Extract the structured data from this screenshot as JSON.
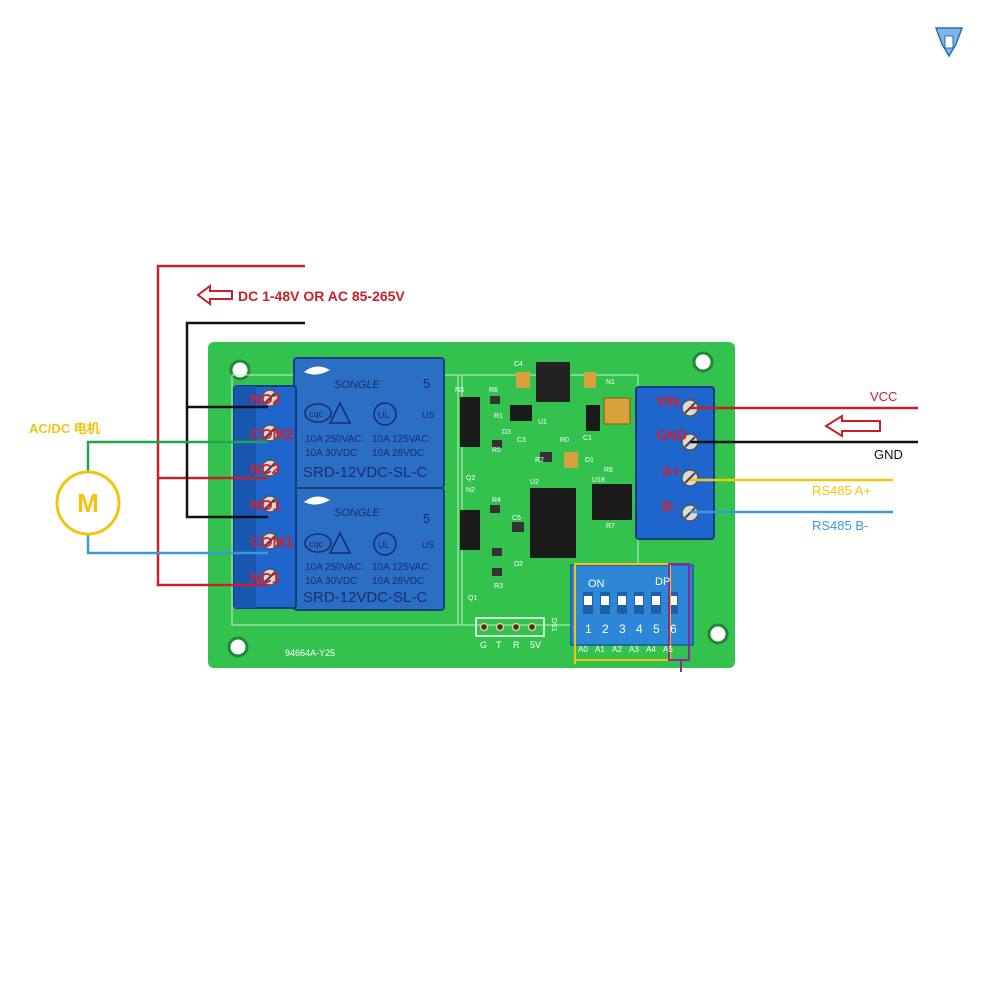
{
  "supply_label": "DC 1-48V OR AC 85-265V",
  "motor": {
    "label": "AC/DC 电机",
    "symbol": "M"
  },
  "left_terminals": [
    "NO2",
    "COM2",
    "NC2",
    "NO1",
    "COM1",
    "NC1"
  ],
  "right_terminals": [
    "VIN",
    "GND",
    "A+",
    "B-"
  ],
  "right_wires": {
    "vcc": "VCC",
    "gnd": "GND",
    "a": "RS485 A+",
    "b": "RS485 B-"
  },
  "relay": {
    "brand": "SONGLE",
    "cert": "cqc",
    "ul_mark": "UL",
    "rating_top": "5",
    "rating_us": "US",
    "spec_row1_left": "10A 250VAC",
    "spec_row1_right": "10A 125VAC",
    "spec_row2_left": "10A  30VDC",
    "spec_row2_right": "10A  28VDC",
    "model": "SRD-12VDC-SL-C"
  },
  "dip": {
    "on_label": "ON",
    "dp_label": "DP",
    "numbers": [
      "1",
      "2",
      "3",
      "4",
      "5",
      "6"
    ],
    "addr_labels": [
      "A0",
      "A1",
      "A2",
      "A3",
      "A4",
      "A5"
    ],
    "ds_label": "DS1"
  },
  "uart_labels": [
    "G",
    "T",
    "R",
    "5V"
  ],
  "board_code": "94664A-Y25",
  "components": [
    "N3",
    "R6",
    "C4",
    "C1",
    "N1",
    "U1",
    "R0",
    "C3",
    "D3",
    "R1",
    "R4",
    "R2",
    "D1",
    "R8",
    "N2",
    "Q2",
    "R5",
    "U2",
    "U18",
    "C5",
    "D2",
    "R3",
    "Q1",
    "R7"
  ],
  "colors": {
    "pcb": "#33c24f",
    "relay": "#2a6fc2",
    "terminal": "#1f66cc",
    "red_wire": "#c8202a",
    "black_wire": "#111111",
    "green_wire": "#1aa84a",
    "blue_wire": "#3a9ad9",
    "yellow": "#f2c40f",
    "purple": "#8a2b9a"
  }
}
